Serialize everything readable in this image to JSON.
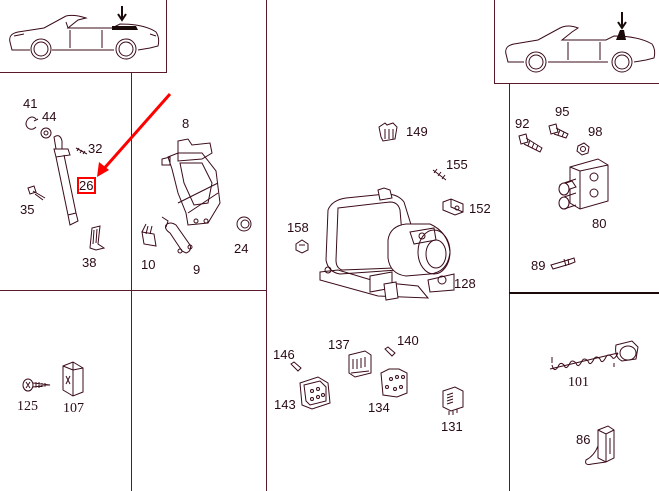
{
  "diagram": {
    "type": "exploded parts diagram",
    "subject": "convertible top hydraulic system",
    "panels": [
      {
        "id": "top-left-car-inset",
        "description": "Convertible car side view, arrow pointing at rear deck area"
      },
      {
        "id": "top-right-car-inset",
        "description": "Convertible car side view, arrow pointing at top mechanism behind door"
      }
    ],
    "highlight": {
      "part_number": "26",
      "color": "#ff0000",
      "note": "Red arrow pointing at highlighted callout 26"
    },
    "accent_color": "#ff0000",
    "line_color": "#5a1a2a"
  },
  "callouts": {
    "p41": "41",
    "p44": "44",
    "p32": "32",
    "p26": "26",
    "p35": "35",
    "p38": "38",
    "p8": "8",
    "p10": "10",
    "p9": "9",
    "p24": "24",
    "p149": "149",
    "p155": "155",
    "p152": "152",
    "p158": "158",
    "p128": "128",
    "p92": "92",
    "p95": "95",
    "p98": "98",
    "p80": "80",
    "p89": "89",
    "p146": "146",
    "p137": "137",
    "p140": "140",
    "p143": "143",
    "p134": "134",
    "p131": "131",
    "p125": "125",
    "p107": "107",
    "p101": "101",
    "p86": "86"
  }
}
